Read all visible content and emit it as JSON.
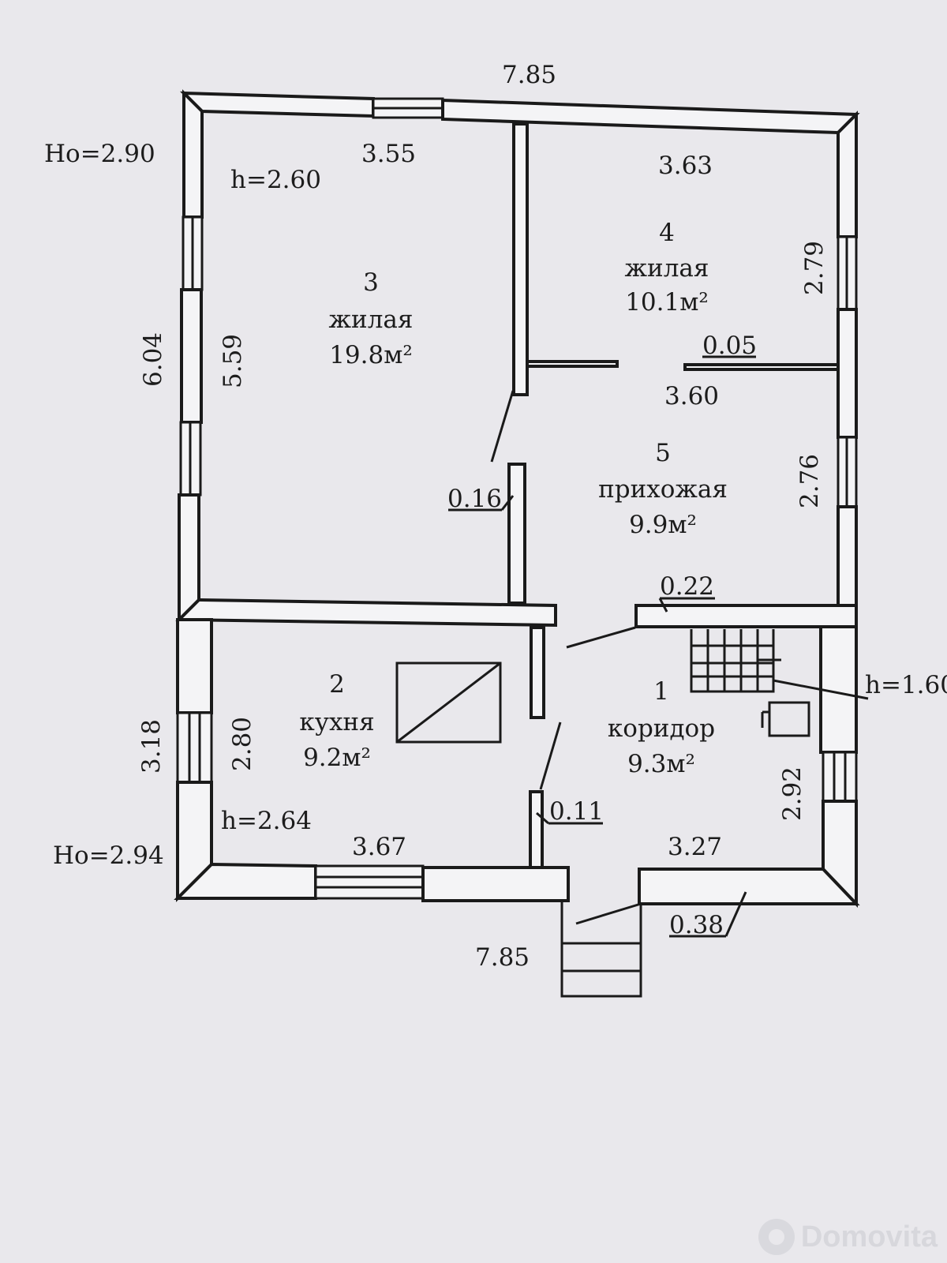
{
  "dimensions": {
    "top_overall": "7.85",
    "bottom_overall": "7.85",
    "ho_top": "Ho=2.90",
    "ho_bottom": "Ho=2.94",
    "left_upper": "6.04",
    "left_lower": "3.18",
    "room3_width": "3.55",
    "room3_height": "5.59",
    "room3_h": "h=2.60",
    "room4_width": "3.63",
    "room4_height": "2.79",
    "partition_005": "0.05",
    "room5_width": "3.60",
    "room5_height": "2.76",
    "wall_016": "0.16",
    "wall_022": "0.22",
    "stairs_h": "h=1.60",
    "room2_height": "2.80",
    "room2_width": "3.67",
    "room2_h": "h=2.64",
    "wall_011": "0.11",
    "room1_width": "3.27",
    "room1_height": "2.92",
    "wall_038": "0.38"
  },
  "rooms": [
    {
      "number": "3",
      "name": "жилая",
      "area": "19.8м²"
    },
    {
      "number": "4",
      "name": "жилая",
      "area": "10.1м²"
    },
    {
      "number": "5",
      "name": "прихожая",
      "area": "9.9м²"
    },
    {
      "number": "2",
      "name": "кухня",
      "area": "9.2м²"
    },
    {
      "number": "1",
      "name": "коридор",
      "area": "9.3м²"
    }
  ],
  "brand": {
    "name": "Domovita"
  }
}
